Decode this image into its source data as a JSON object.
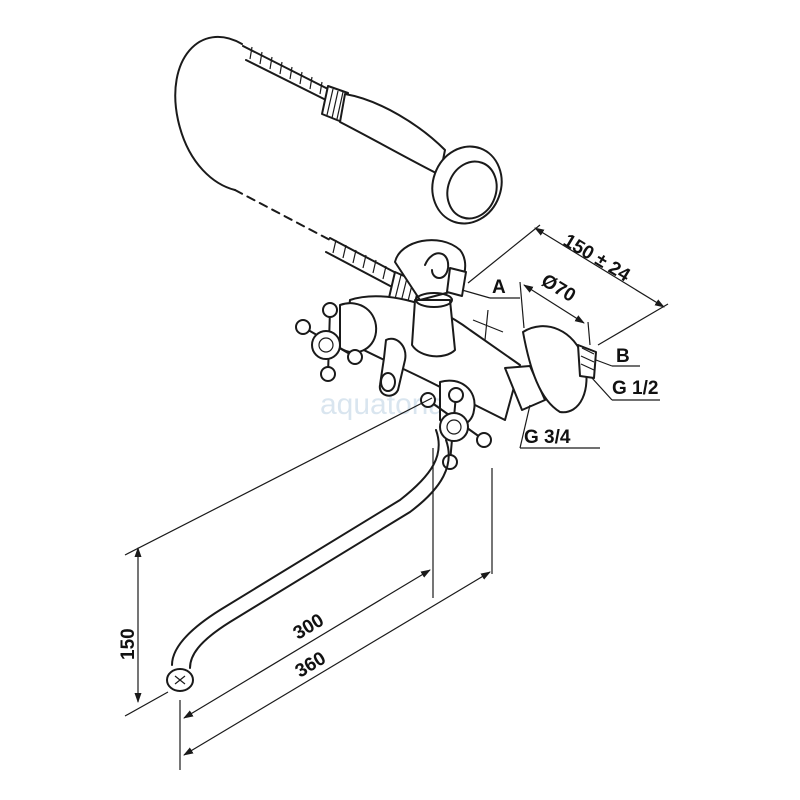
{
  "watermark": "aquatoria",
  "dimensions": {
    "projection": "150 ± 24",
    "rosette_diameter": "Ø70",
    "spout_height": "150",
    "spout_length_short": "300",
    "spout_length_long": "360"
  },
  "labels": {
    "point_a": "A",
    "point_b": "B",
    "thread_inlet": "G  1/2",
    "thread_outlet": "G  3/4"
  }
}
